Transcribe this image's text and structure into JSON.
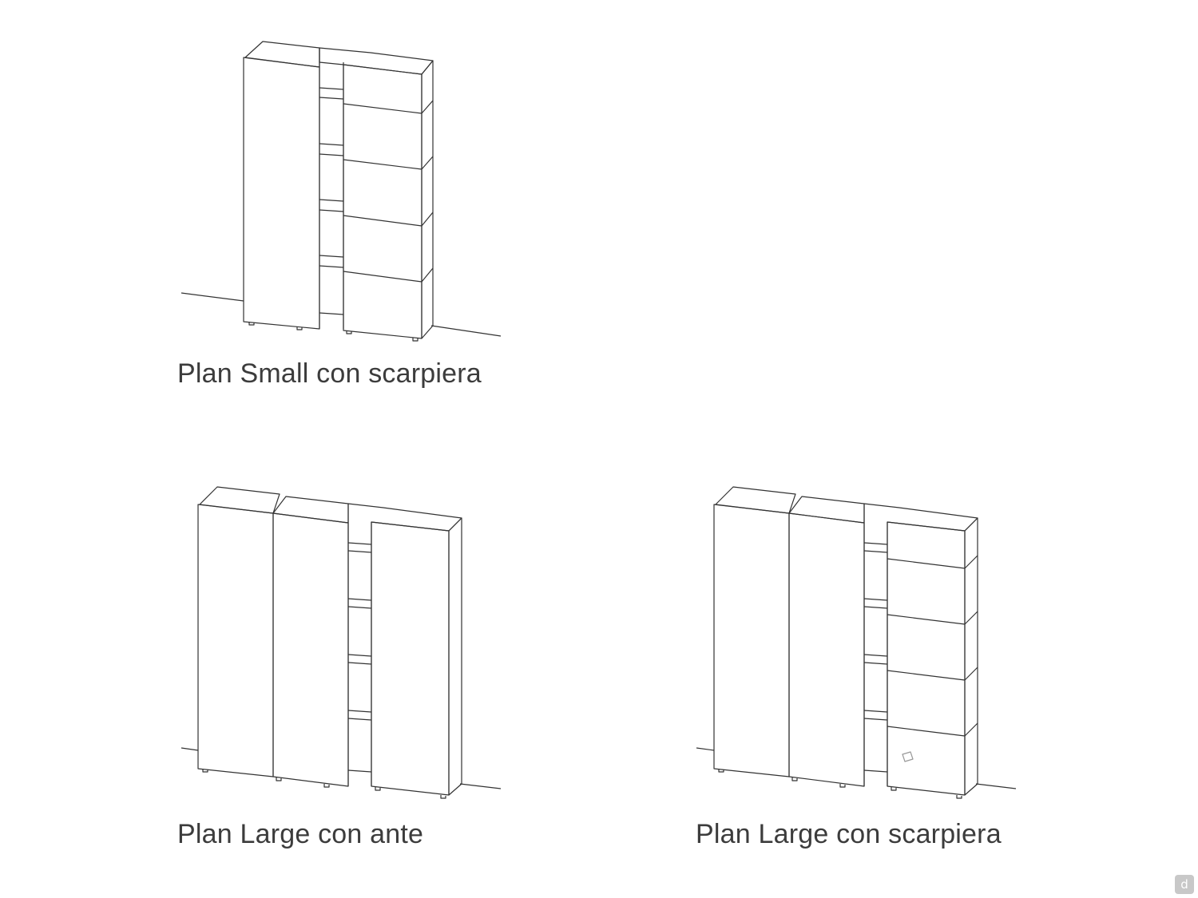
{
  "diagrams": [
    {
      "caption": "Plan Small con scarpiera"
    },
    {
      "caption": "Plan Large con ante"
    },
    {
      "caption": "Plan Large con scarpiera"
    }
  ],
  "watermark": {
    "icon": "d-logo-icon",
    "color": "#c8c8c8"
  },
  "colors": {
    "line": "#333333",
    "caption": "#3c3c3c",
    "background": "#ffffff"
  }
}
